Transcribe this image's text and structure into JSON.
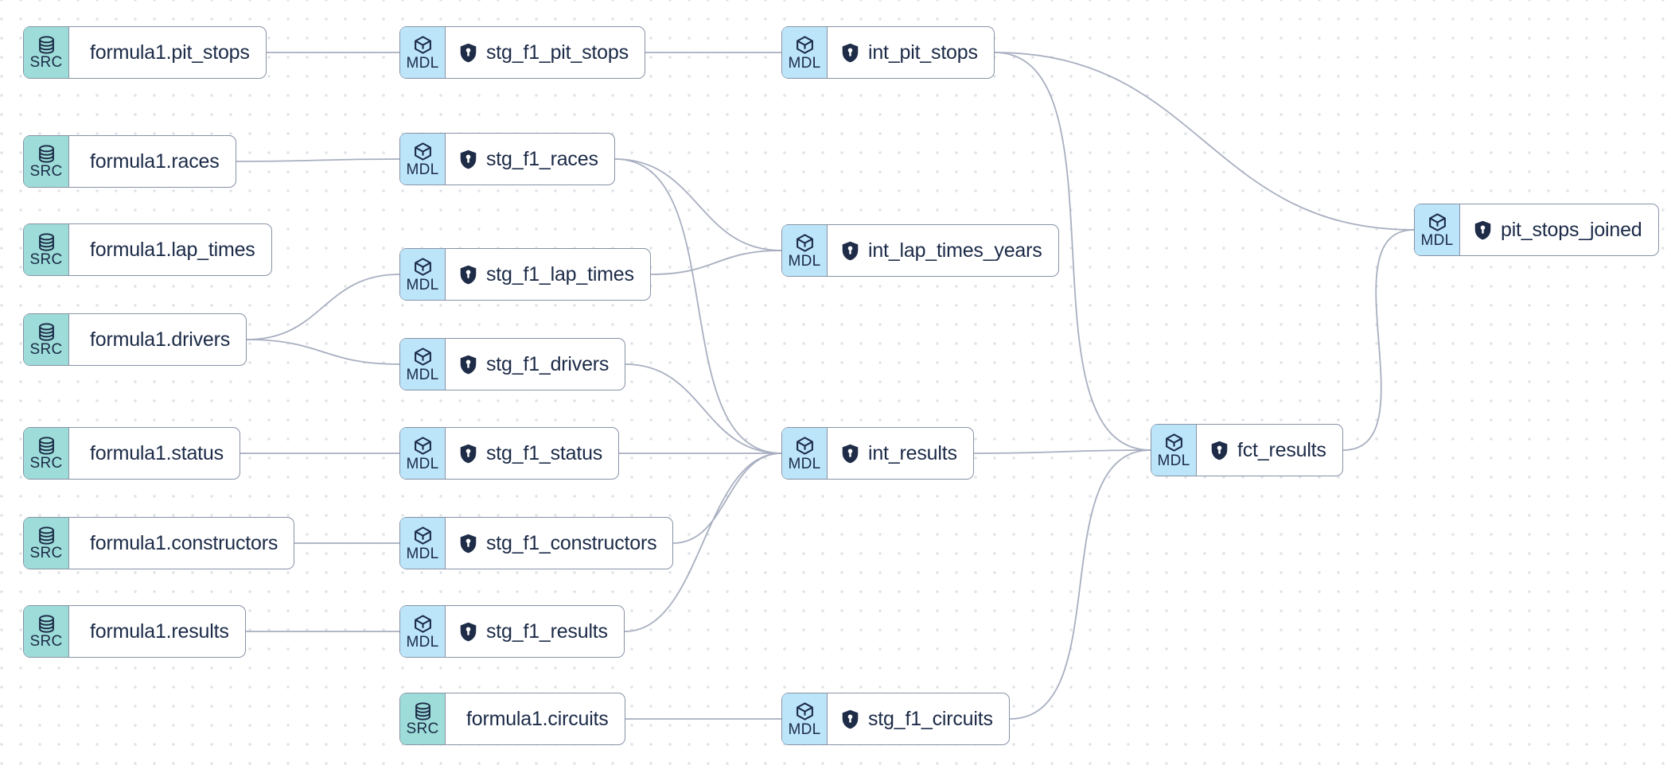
{
  "colors": {
    "background": "#ffffff",
    "grid_dot": "#dfe2e7",
    "node_border": "#8792a5",
    "node_body": "#ffffff",
    "node_text": "#1b2a47",
    "source_badge": "#9ddcd8",
    "model_badge": "#bce5fa",
    "edge": "#a8afc0",
    "shield": "#1e2c47"
  },
  "node_types": {
    "source": {
      "badge_label": "SRC",
      "badge_icon": "database-icon"
    },
    "model": {
      "badge_label": "MDL",
      "badge_icon": "model-cube-icon",
      "title_icon": "shield-icon"
    }
  },
  "nodes": [
    {
      "id": "src_pit_stops",
      "type": "source",
      "label": "formula1.pit_stops"
    },
    {
      "id": "stg_f1_pit_stops",
      "type": "model",
      "label": "stg_f1_pit_stops"
    },
    {
      "id": "int_pit_stops",
      "type": "model",
      "label": "int_pit_stops"
    },
    {
      "id": "src_races",
      "type": "source",
      "label": "formula1.races"
    },
    {
      "id": "stg_f1_races",
      "type": "model",
      "label": "stg_f1_races"
    },
    {
      "id": "src_lap_times",
      "type": "source",
      "label": "formula1.lap_times"
    },
    {
      "id": "stg_f1_lap_times",
      "type": "model",
      "label": "stg_f1_lap_times"
    },
    {
      "id": "int_lap_times_years",
      "type": "model",
      "label": "int_lap_times_years"
    },
    {
      "id": "src_drivers",
      "type": "source",
      "label": "formula1.drivers"
    },
    {
      "id": "stg_f1_drivers",
      "type": "model",
      "label": "stg_f1_drivers"
    },
    {
      "id": "src_status",
      "type": "source",
      "label": "formula1.status"
    },
    {
      "id": "stg_f1_status",
      "type": "model",
      "label": "stg_f1_status"
    },
    {
      "id": "int_results",
      "type": "model",
      "label": "int_results"
    },
    {
      "id": "src_constructors",
      "type": "source",
      "label": "formula1.constructors"
    },
    {
      "id": "stg_f1_constructors",
      "type": "model",
      "label": "stg_f1_constructors"
    },
    {
      "id": "src_results",
      "type": "source",
      "label": "formula1.results"
    },
    {
      "id": "stg_f1_results",
      "type": "model",
      "label": "stg_f1_results"
    },
    {
      "id": "src_circuits",
      "type": "source",
      "label": "formula1.circuits"
    },
    {
      "id": "stg_f1_circuits",
      "type": "model",
      "label": "stg_f1_circuits"
    },
    {
      "id": "fct_results",
      "type": "model",
      "label": "fct_results"
    },
    {
      "id": "pit_stops_joined",
      "type": "model",
      "label": "pit_stops_joined"
    }
  ],
  "edges": [
    {
      "from": "src_pit_stops",
      "to": "stg_f1_pit_stops"
    },
    {
      "from": "stg_f1_pit_stops",
      "to": "int_pit_stops"
    },
    {
      "from": "int_pit_stops",
      "to": "pit_stops_joined"
    },
    {
      "from": "int_pit_stops",
      "to": "fct_results"
    },
    {
      "from": "src_races",
      "to": "stg_f1_races"
    },
    {
      "from": "stg_f1_races",
      "to": "int_lap_times_years"
    },
    {
      "from": "stg_f1_races",
      "to": "int_results"
    },
    {
      "from": "src_drivers",
      "to": "stg_f1_lap_times"
    },
    {
      "from": "src_drivers",
      "to": "stg_f1_drivers"
    },
    {
      "from": "stg_f1_lap_times",
      "to": "int_lap_times_years"
    },
    {
      "from": "stg_f1_drivers",
      "to": "int_results"
    },
    {
      "from": "src_status",
      "to": "stg_f1_status"
    },
    {
      "from": "stg_f1_status",
      "to": "int_results"
    },
    {
      "from": "src_constructors",
      "to": "stg_f1_constructors"
    },
    {
      "from": "stg_f1_constructors",
      "to": "int_results"
    },
    {
      "from": "src_results",
      "to": "stg_f1_results"
    },
    {
      "from": "stg_f1_results",
      "to": "int_results"
    },
    {
      "from": "int_results",
      "to": "fct_results"
    },
    {
      "from": "src_circuits",
      "to": "stg_f1_circuits"
    },
    {
      "from": "stg_f1_circuits",
      "to": "fct_results"
    },
    {
      "from": "fct_results",
      "to": "pit_stops_joined"
    }
  ]
}
